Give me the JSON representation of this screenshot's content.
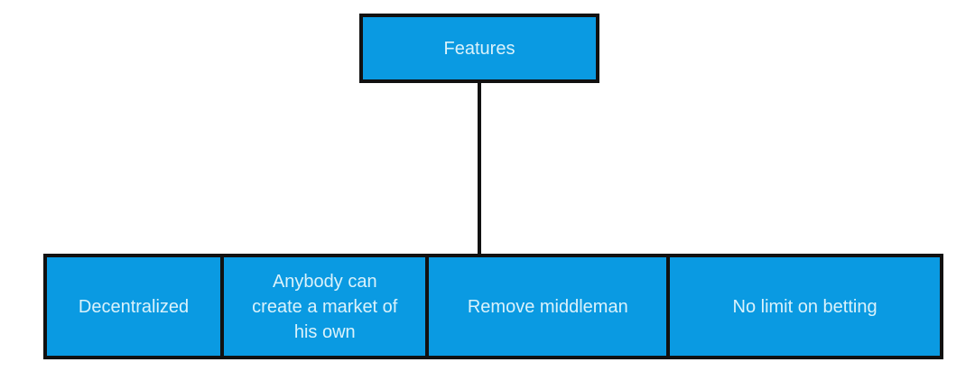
{
  "diagram": {
    "type": "tree",
    "root": {
      "label": "Features"
    },
    "children": [
      {
        "label": "Decentralized"
      },
      {
        "label": "Anybody can create a market of his own"
      },
      {
        "label": "Remove middleman"
      },
      {
        "label": "No limit on betting"
      }
    ],
    "colors": {
      "node_fill": "#0a9ae2",
      "node_border": "#111111",
      "node_text": "#daf2fb",
      "connector": "#111111",
      "background": "#ffffff"
    }
  }
}
